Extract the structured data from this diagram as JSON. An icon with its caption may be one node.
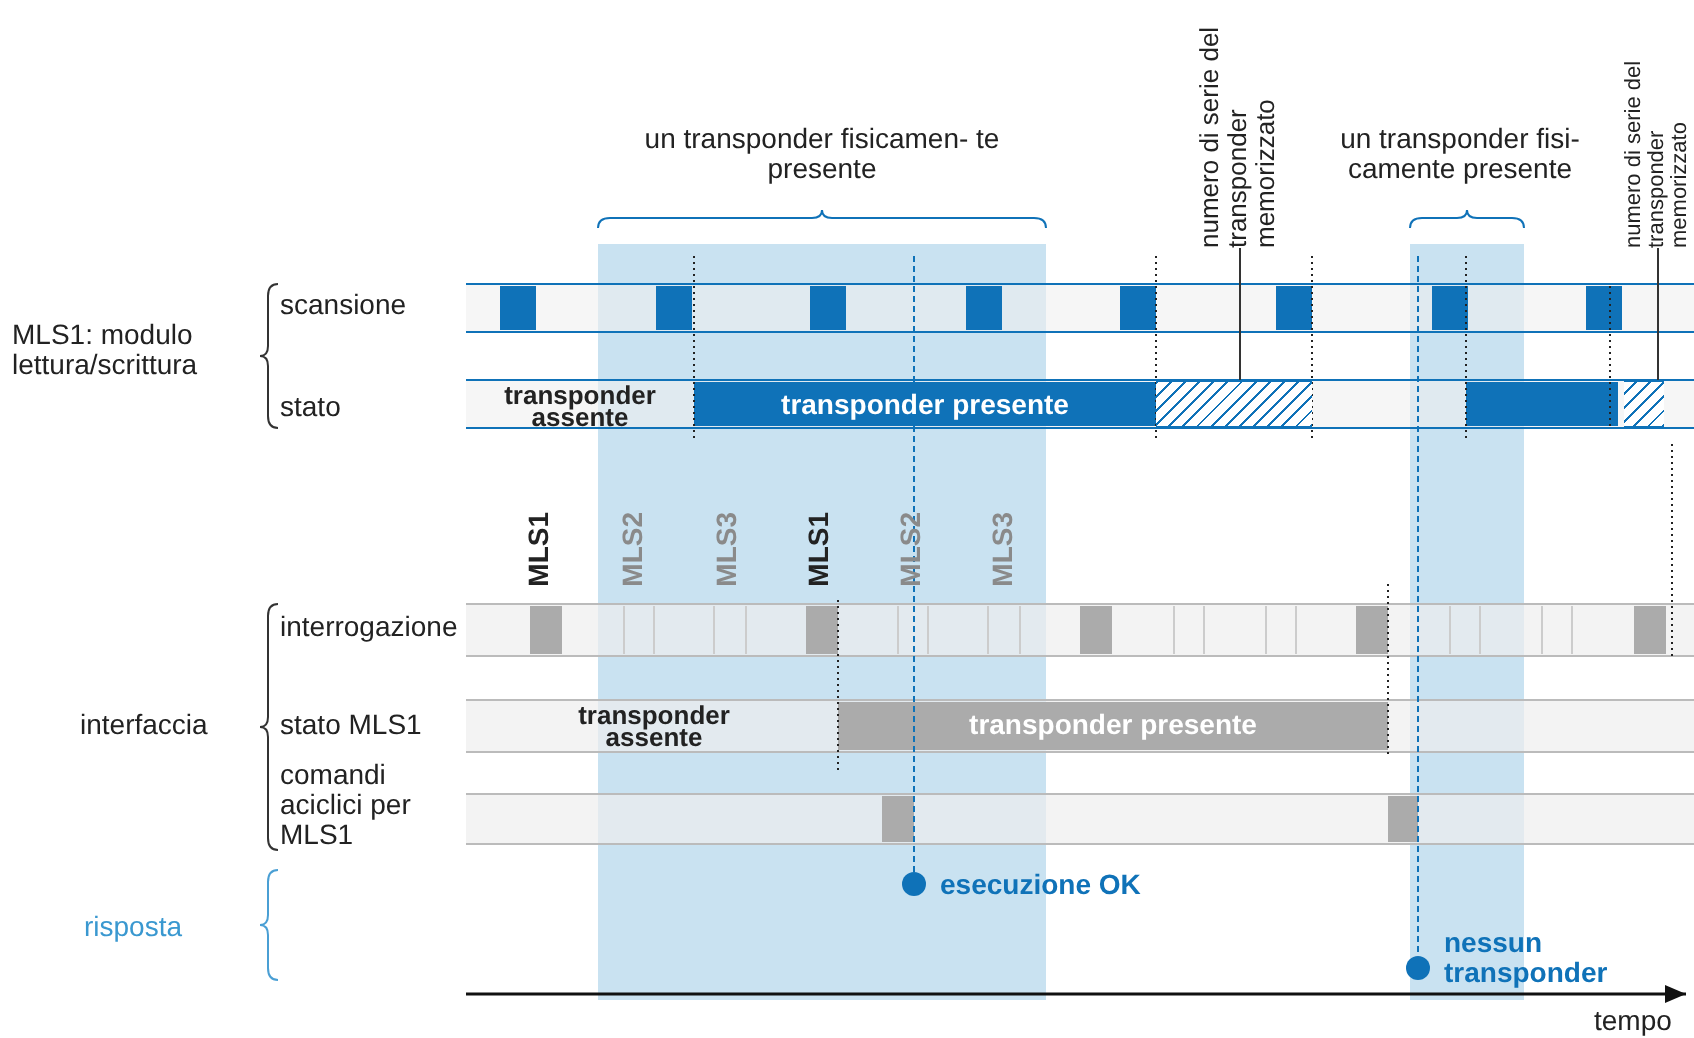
{
  "diagram": {
    "nodes": [
      {
        "text": [
          "numero di serie del transponder memorizzato"
        ]
      },
      {
        "text": [],
        "shape": "box"
      },
      {
        "text": [
          "numero di serie del transponder memorizzato"
        ]
      },
      {
        "text": [],
        "shape": "box"
      }
    ],
    "edges": [
      {
        "from": 0,
        "to": 1,
        "arrow": "none"
      },
      {
        "from": 2,
        "to": 3,
        "arrow": "none"
      }
    ],
    "labels": [
      "un transponder fisicamen- te presente",
      "un transponder fisi- camente presente",
      "MLS1: modulo lettura/scrittura",
      "scansione",
      "stato",
      "transponder assente",
      "transponder presente",
      "MLS1",
      "MLS2",
      "MLS3",
      "MLS1",
      "MLS2",
      "MLS3",
      "interrogazione",
      "interfaccia",
      "stato MLS1",
      "transponder assente",
      "transponder presente",
      "comandi aciclici per MLS1",
      "esecuzione OK",
      "risposta",
      "nessun transponder",
      "tempo"
    ]
  }
}
